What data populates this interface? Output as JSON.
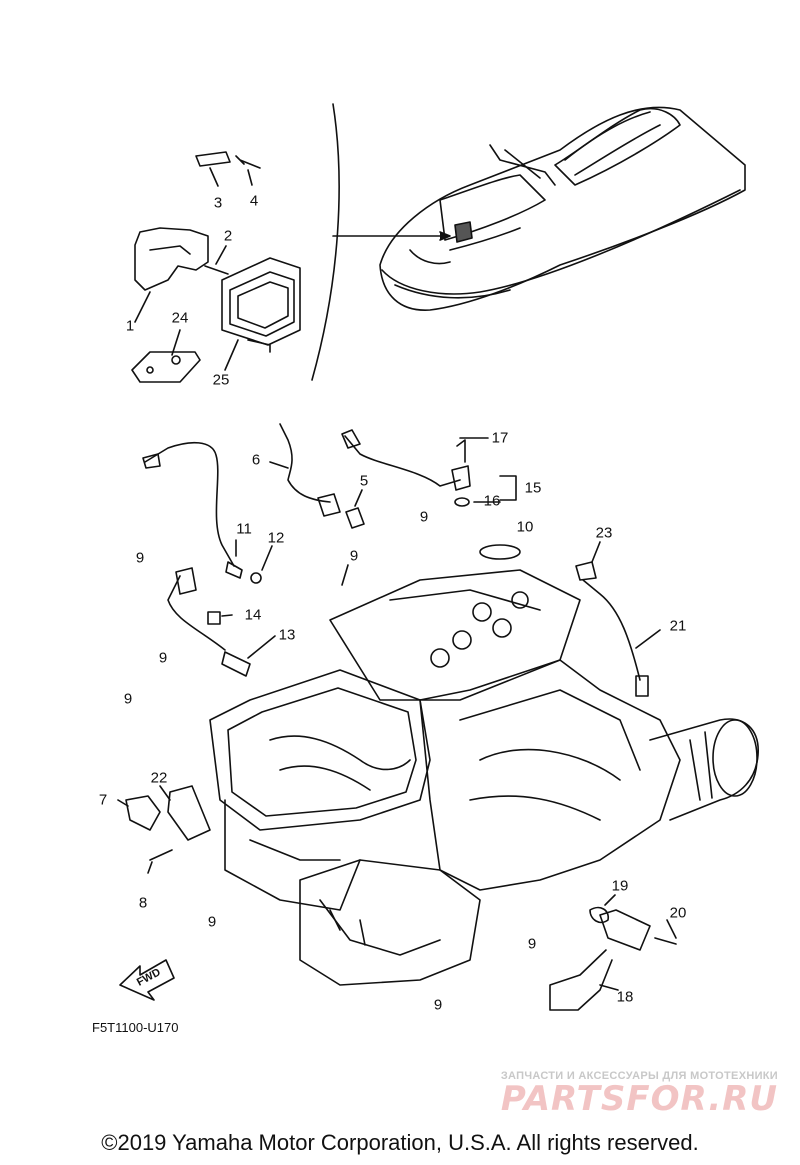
{
  "diagram": {
    "figure_code": "F5T1100-U170",
    "fwd_label": "FWD",
    "copyright": "©2019 Yamaha Motor Corporation, U.S.A. All rights reserved.",
    "watermark": {
      "subtitle": "ЗАПЧАСТИ И АКСЕССУАРЫ ДЛЯ МОТОТЕХНИКИ",
      "logo": "PARTSFOR.RU"
    },
    "callouts": [
      {
        "id": "c3",
        "label": "3"
      },
      {
        "id": "c4",
        "label": "4"
      },
      {
        "id": "c2",
        "label": "2"
      },
      {
        "id": "c1",
        "label": "1"
      },
      {
        "id": "c24",
        "label": "24"
      },
      {
        "id": "c25",
        "label": "25"
      },
      {
        "id": "c17",
        "label": "17"
      },
      {
        "id": "c6",
        "label": "6"
      },
      {
        "id": "c5",
        "label": "5"
      },
      {
        "id": "c15",
        "label": "15"
      },
      {
        "id": "c16",
        "label": "16"
      },
      {
        "id": "c9a",
        "label": "9"
      },
      {
        "id": "c10",
        "label": "10"
      },
      {
        "id": "c11",
        "label": "11"
      },
      {
        "id": "c12",
        "label": "12"
      },
      {
        "id": "c9b",
        "label": "9"
      },
      {
        "id": "c9c",
        "label": "9"
      },
      {
        "id": "c23",
        "label": "23"
      },
      {
        "id": "c14",
        "label": "14"
      },
      {
        "id": "c21",
        "label": "21"
      },
      {
        "id": "c13",
        "label": "13"
      },
      {
        "id": "c9d",
        "label": "9"
      },
      {
        "id": "c9e",
        "label": "9"
      },
      {
        "id": "c22",
        "label": "22"
      },
      {
        "id": "c7",
        "label": "7"
      },
      {
        "id": "c8",
        "label": "8"
      },
      {
        "id": "c9f",
        "label": "9"
      },
      {
        "id": "c19",
        "label": "19"
      },
      {
        "id": "c20",
        "label": "20"
      },
      {
        "id": "c9g",
        "label": "9"
      },
      {
        "id": "c18",
        "label": "18"
      },
      {
        "id": "c9h",
        "label": "9"
      }
    ]
  }
}
